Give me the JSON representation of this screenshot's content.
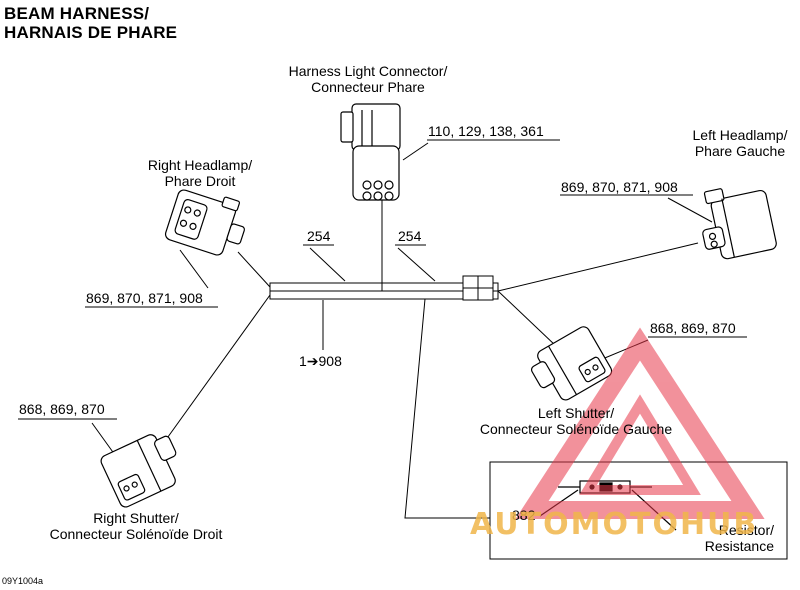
{
  "title": {
    "line1": "BEAM HARNESS/",
    "line2": "HARNAIS DE PHARE"
  },
  "components": {
    "harness_light_connector": {
      "line1": "Harness Light Connector/",
      "line2": "Connecteur Phare",
      "refs": "110, 129, 138, 361"
    },
    "right_headlamp": {
      "line1": "Right Headlamp/",
      "line2": "Phare Droit",
      "refs": "869, 870, 871, 908"
    },
    "left_headlamp": {
      "line1": "Left Headlamp/",
      "line2": "Phare Gauche",
      "refs": "869, 870, 871, 908"
    },
    "left_shutter": {
      "line1": "Left Shutter/",
      "line2": "Connecteur Solénoïde Gauche",
      "refs": "868, 869, 870"
    },
    "right_shutter": {
      "line1": "Right Shutter/",
      "line2": "Connecteur Solénoïde Droit",
      "refs": "868, 869, 870"
    },
    "resistor": {
      "line1": "Resistor/",
      "line2": "Resistance",
      "refs": "882"
    }
  },
  "harness": {
    "left_ref": "254",
    "right_ref": "254",
    "main_ref": "1➔908"
  },
  "figure_code": "09Y1004a",
  "watermark": {
    "text": "AUTOMOTOHUB",
    "color": "#e8394a"
  }
}
